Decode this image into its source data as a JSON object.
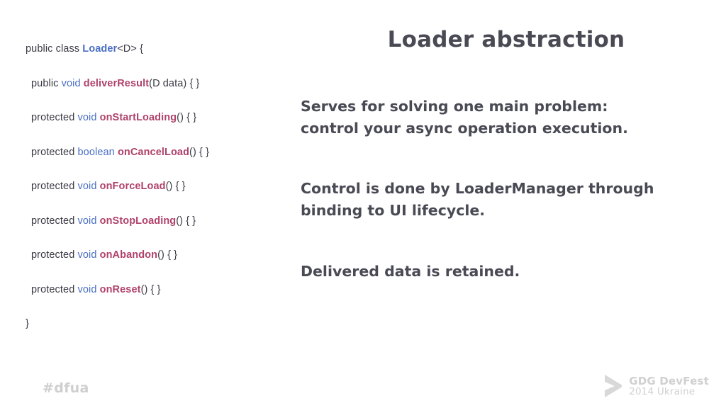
{
  "slide": {
    "title": "Loader abstraction",
    "code": {
      "lines": [
        {
          "indent": false,
          "tokens": [
            {
              "text": "public class ",
              "style": "plain"
            },
            {
              "text": "Loader",
              "style": "cname"
            },
            {
              "text": "<D> {",
              "style": "plain"
            }
          ]
        },
        {
          "indent": true,
          "tokens": [
            {
              "text": "public ",
              "style": "plain"
            },
            {
              "text": "void ",
              "style": "kw"
            },
            {
              "text": "deliverResult",
              "style": "mname"
            },
            {
              "text": "(D data) { }",
              "style": "plain"
            }
          ]
        },
        {
          "indent": true,
          "tokens": [
            {
              "text": "protected ",
              "style": "plain"
            },
            {
              "text": "void ",
              "style": "kw"
            },
            {
              "text": "onStartLoading",
              "style": "mname"
            },
            {
              "text": "() { }",
              "style": "plain"
            }
          ]
        },
        {
          "indent": true,
          "tokens": [
            {
              "text": "protected ",
              "style": "plain"
            },
            {
              "text": "boolean ",
              "style": "kw"
            },
            {
              "text": "onCancelLoad",
              "style": "mname"
            },
            {
              "text": "() { }",
              "style": "plain"
            }
          ]
        },
        {
          "indent": true,
          "tokens": [
            {
              "text": "protected ",
              "style": "plain"
            },
            {
              "text": "void ",
              "style": "kw"
            },
            {
              "text": "onForceLoad",
              "style": "mname"
            },
            {
              "text": "() { }",
              "style": "plain"
            }
          ]
        },
        {
          "indent": true,
          "tokens": [
            {
              "text": "protected ",
              "style": "plain"
            },
            {
              "text": "void ",
              "style": "kw"
            },
            {
              "text": "onStopLoading",
              "style": "mname"
            },
            {
              "text": "() { }",
              "style": "plain"
            }
          ]
        },
        {
          "indent": true,
          "tokens": [
            {
              "text": "protected ",
              "style": "plain"
            },
            {
              "text": "void ",
              "style": "kw"
            },
            {
              "text": "onAbandon",
              "style": "mname"
            },
            {
              "text": "() { }",
              "style": "plain"
            }
          ]
        },
        {
          "indent": true,
          "tokens": [
            {
              "text": "protected ",
              "style": "plain"
            },
            {
              "text": "void ",
              "style": "kw"
            },
            {
              "text": "onReset",
              "style": "mname"
            },
            {
              "text": "() { }",
              "style": "plain"
            }
          ]
        },
        {
          "indent": false,
          "tokens": [
            {
              "text": "}",
              "style": "plain"
            }
          ]
        }
      ]
    },
    "paragraphs": [
      "Serves for solving one main problem:",
      "control your async operation execution.",
      "Control is done by LoaderManager through",
      "binding to UI lifecycle.",
      "Delivered data is retained."
    ]
  },
  "footer": {
    "hashtag": "#dfua",
    "logo": {
      "line1": "GDG DevFest",
      "line2": "2014 Ukraine",
      "chevron_icon": "chevron-right-icon"
    }
  },
  "colors": {
    "text": "#4a4a55",
    "code_text": "#3b3b46",
    "keyword": "#4a6fc4",
    "method": "#b0426a",
    "footer": "#cfcfcf"
  }
}
